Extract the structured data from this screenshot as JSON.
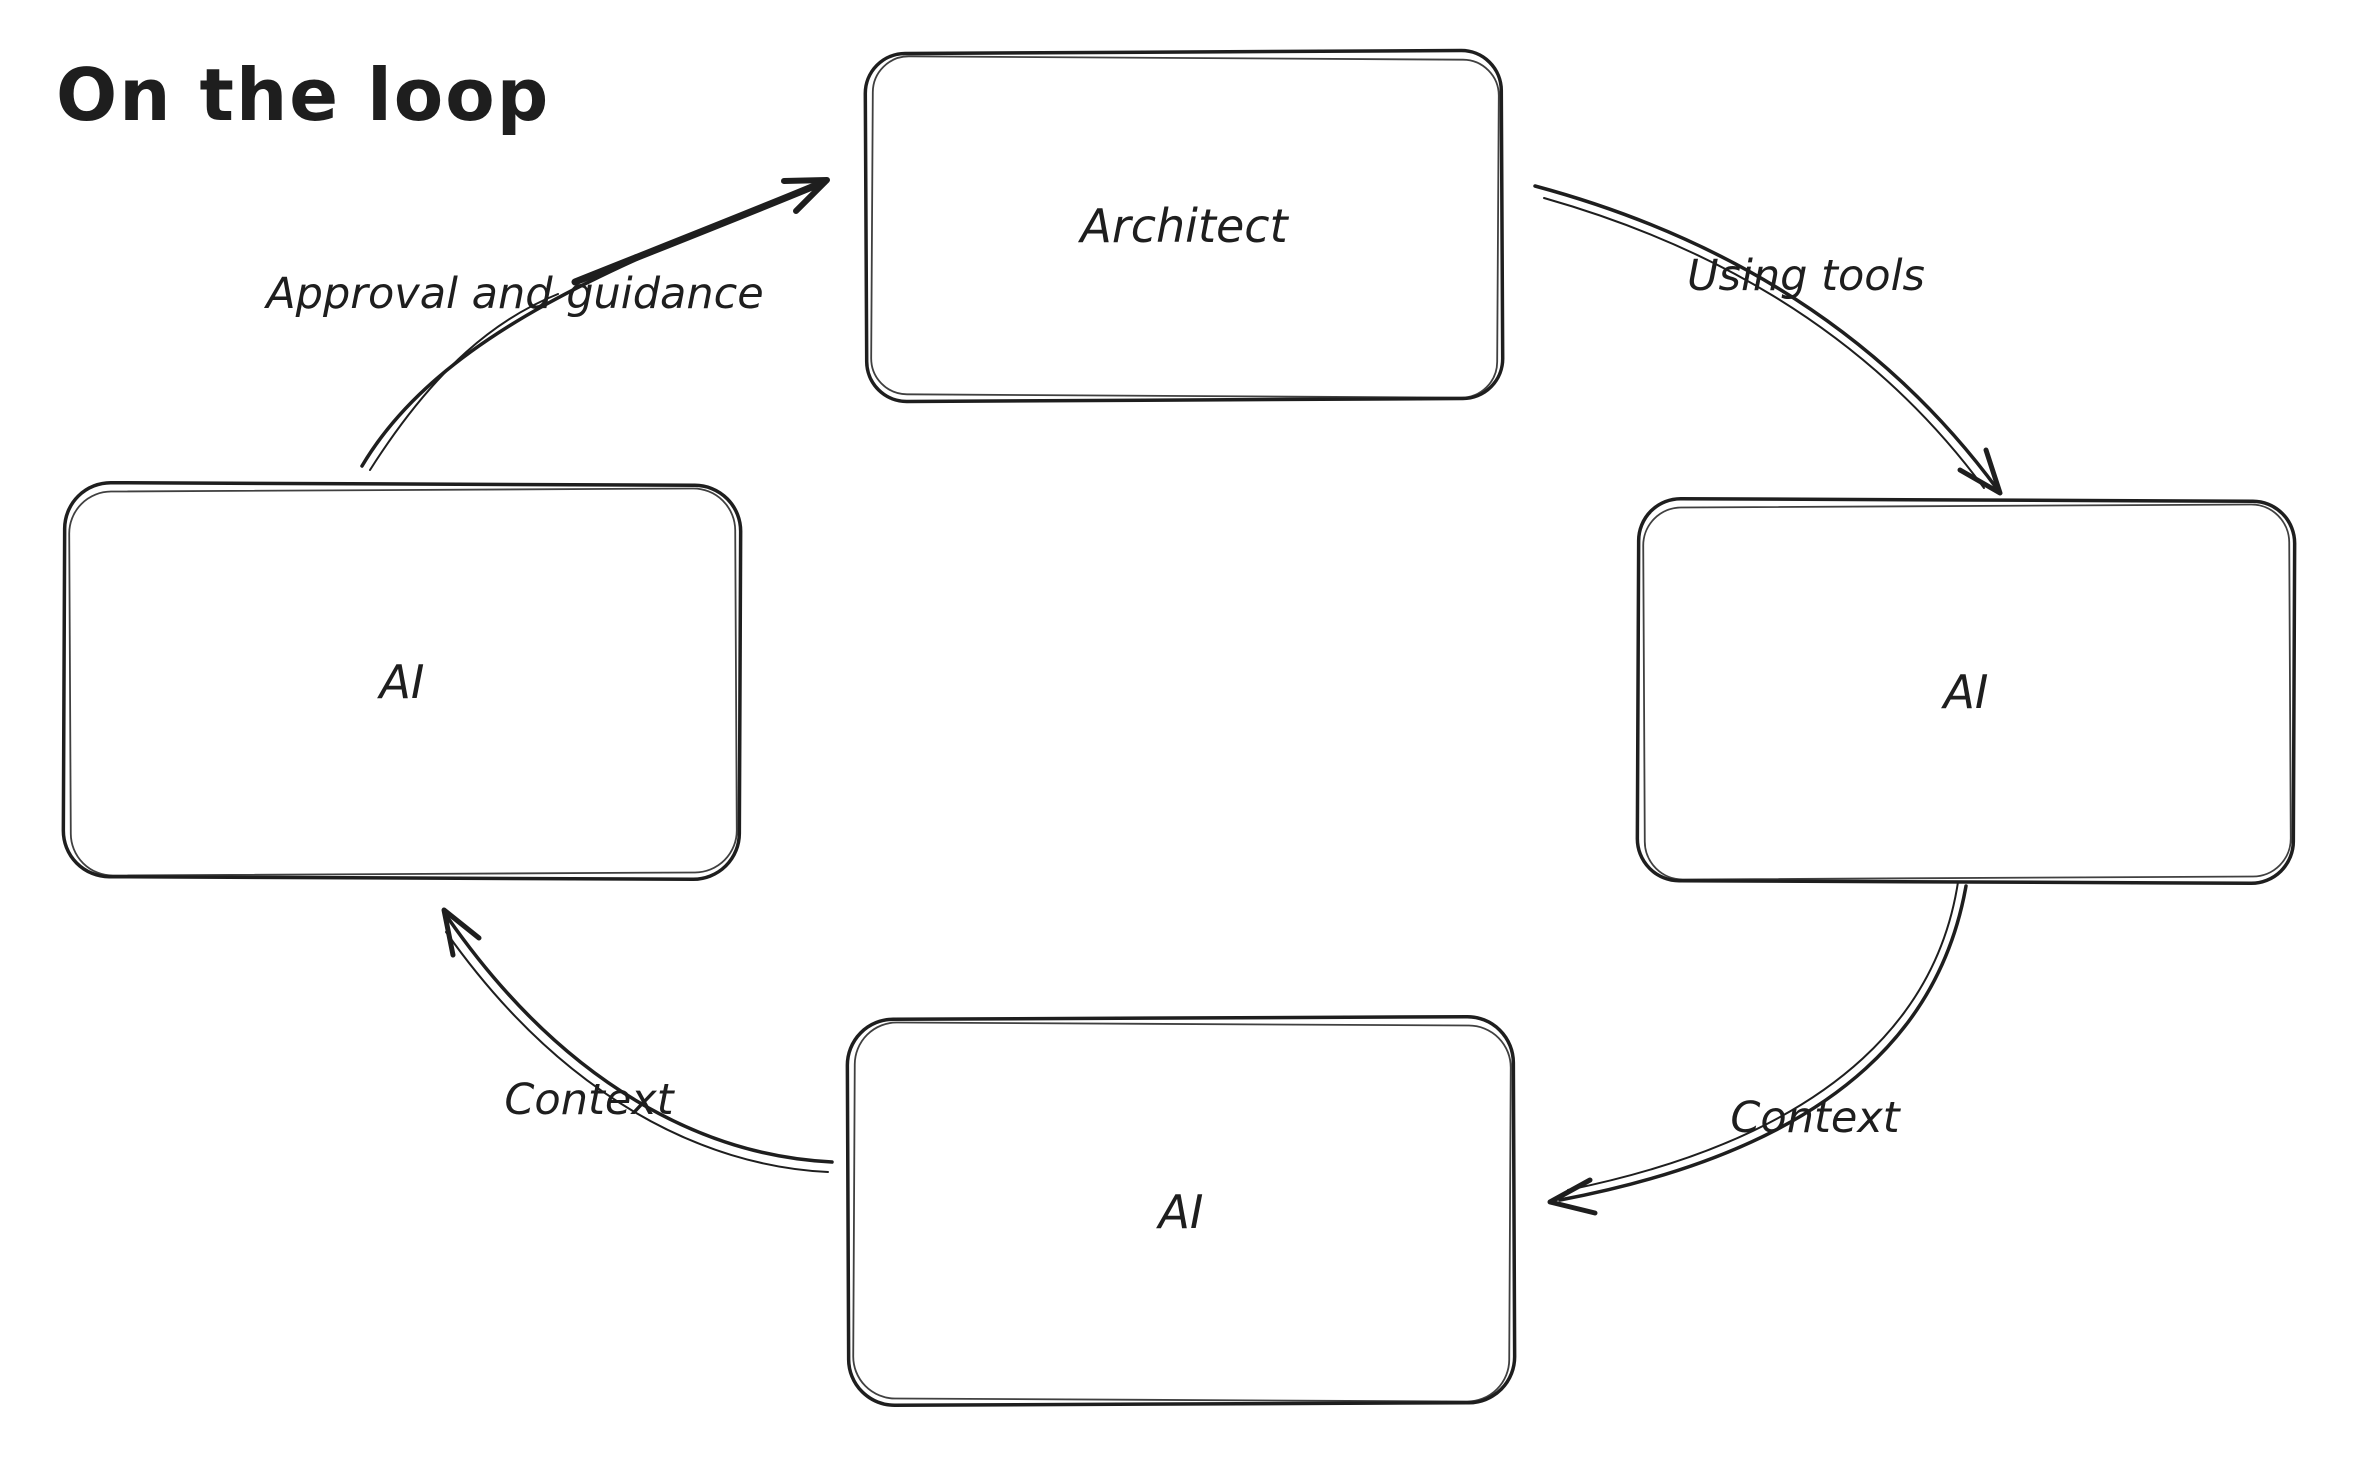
{
  "title": "On the loop",
  "diagram": {
    "nodes": [
      {
        "id": "architect",
        "label": "Architect"
      },
      {
        "id": "ai-right",
        "label": "AI"
      },
      {
        "id": "ai-bottom",
        "label": "AI"
      },
      {
        "id": "ai-left",
        "label": "AI"
      }
    ],
    "edges": [
      {
        "from": "architect",
        "to": "ai-right",
        "label": "Using tools"
      },
      {
        "from": "ai-right",
        "to": "ai-bottom",
        "label": "Context"
      },
      {
        "from": "ai-bottom",
        "to": "ai-left",
        "label": "Context"
      },
      {
        "from": "ai-left",
        "to": "architect",
        "label": "Approval and guidance"
      }
    ],
    "colors": {
      "stroke": "#1e1e1e",
      "background": "#ffffff"
    }
  }
}
